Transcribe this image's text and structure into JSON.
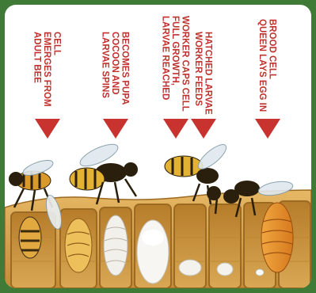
{
  "stages": [
    {
      "id": "adult-emerges",
      "lines": [
        "ADULT BEE",
        "EMERGES FROM",
        "CELL"
      ]
    },
    {
      "id": "larvae-spins",
      "lines": [
        "LARVAE SPINS",
        "COCOON AND",
        "BECOMES PUPA"
      ]
    },
    {
      "id": "larvae-reached",
      "lines": [
        "LARVAE REACHED",
        "FULL GROWTH,",
        "WORKER CAPS CELL"
      ]
    },
    {
      "id": "worker-feeds",
      "lines": [
        "WORKER FEEDS",
        "HATCHED LARVAE"
      ]
    },
    {
      "id": "queen-lays",
      "lines": [
        "QUEEN LAYS EGG IN",
        "BROOD CELL"
      ]
    }
  ],
  "colors": {
    "frame": "#3f7a36",
    "label": "#c0312e",
    "arrow": "#c8332f",
    "comb": "#d9a854",
    "comb_edge": "#9c6a22",
    "pupa": "#f2f0ea",
    "larva": "#e8a23c"
  }
}
